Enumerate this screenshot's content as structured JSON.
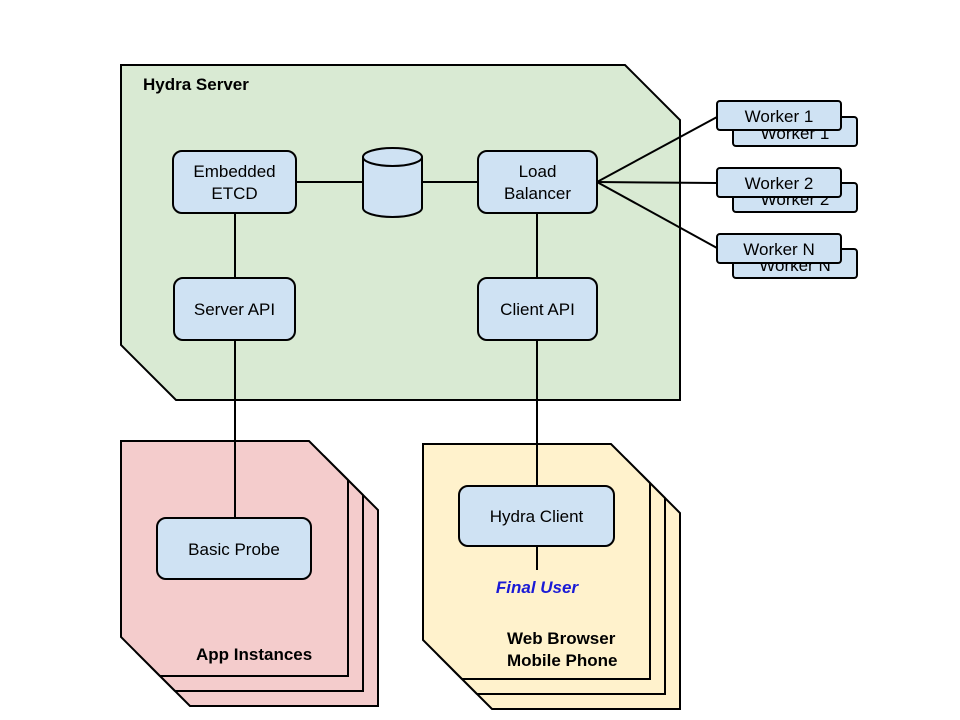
{
  "colors": {
    "server_group": "#d9ead3",
    "app_group": "#f4cccc",
    "client_group": "#fff2cc",
    "node_fill": "#cfe2f3",
    "final_user_text": "#1a1ad6"
  },
  "groups": {
    "hydra_server": {
      "title": "Hydra Server"
    },
    "app_instances": {
      "title": "App Instances"
    },
    "client_devices": {
      "title_line1": "Web Browser",
      "title_line2": "Mobile Phone"
    }
  },
  "nodes": {
    "embedded_etcd": {
      "line1": "Embedded",
      "line2": "ETCD"
    },
    "load_balancer": {
      "line1": "Load",
      "line2": "Balancer"
    },
    "server_api": {
      "label": "Server API"
    },
    "client_api": {
      "label": "Client API"
    },
    "basic_probe": {
      "label": "Basic Probe"
    },
    "hydra_client": {
      "label": "Hydra Client"
    },
    "database": {
      "icon": "database-cylinder-icon"
    }
  },
  "workers": [
    {
      "label": "Worker 1"
    },
    {
      "label": "Worker 2"
    },
    {
      "label": "Worker N"
    }
  ],
  "final_user": {
    "label": "Final User"
  }
}
